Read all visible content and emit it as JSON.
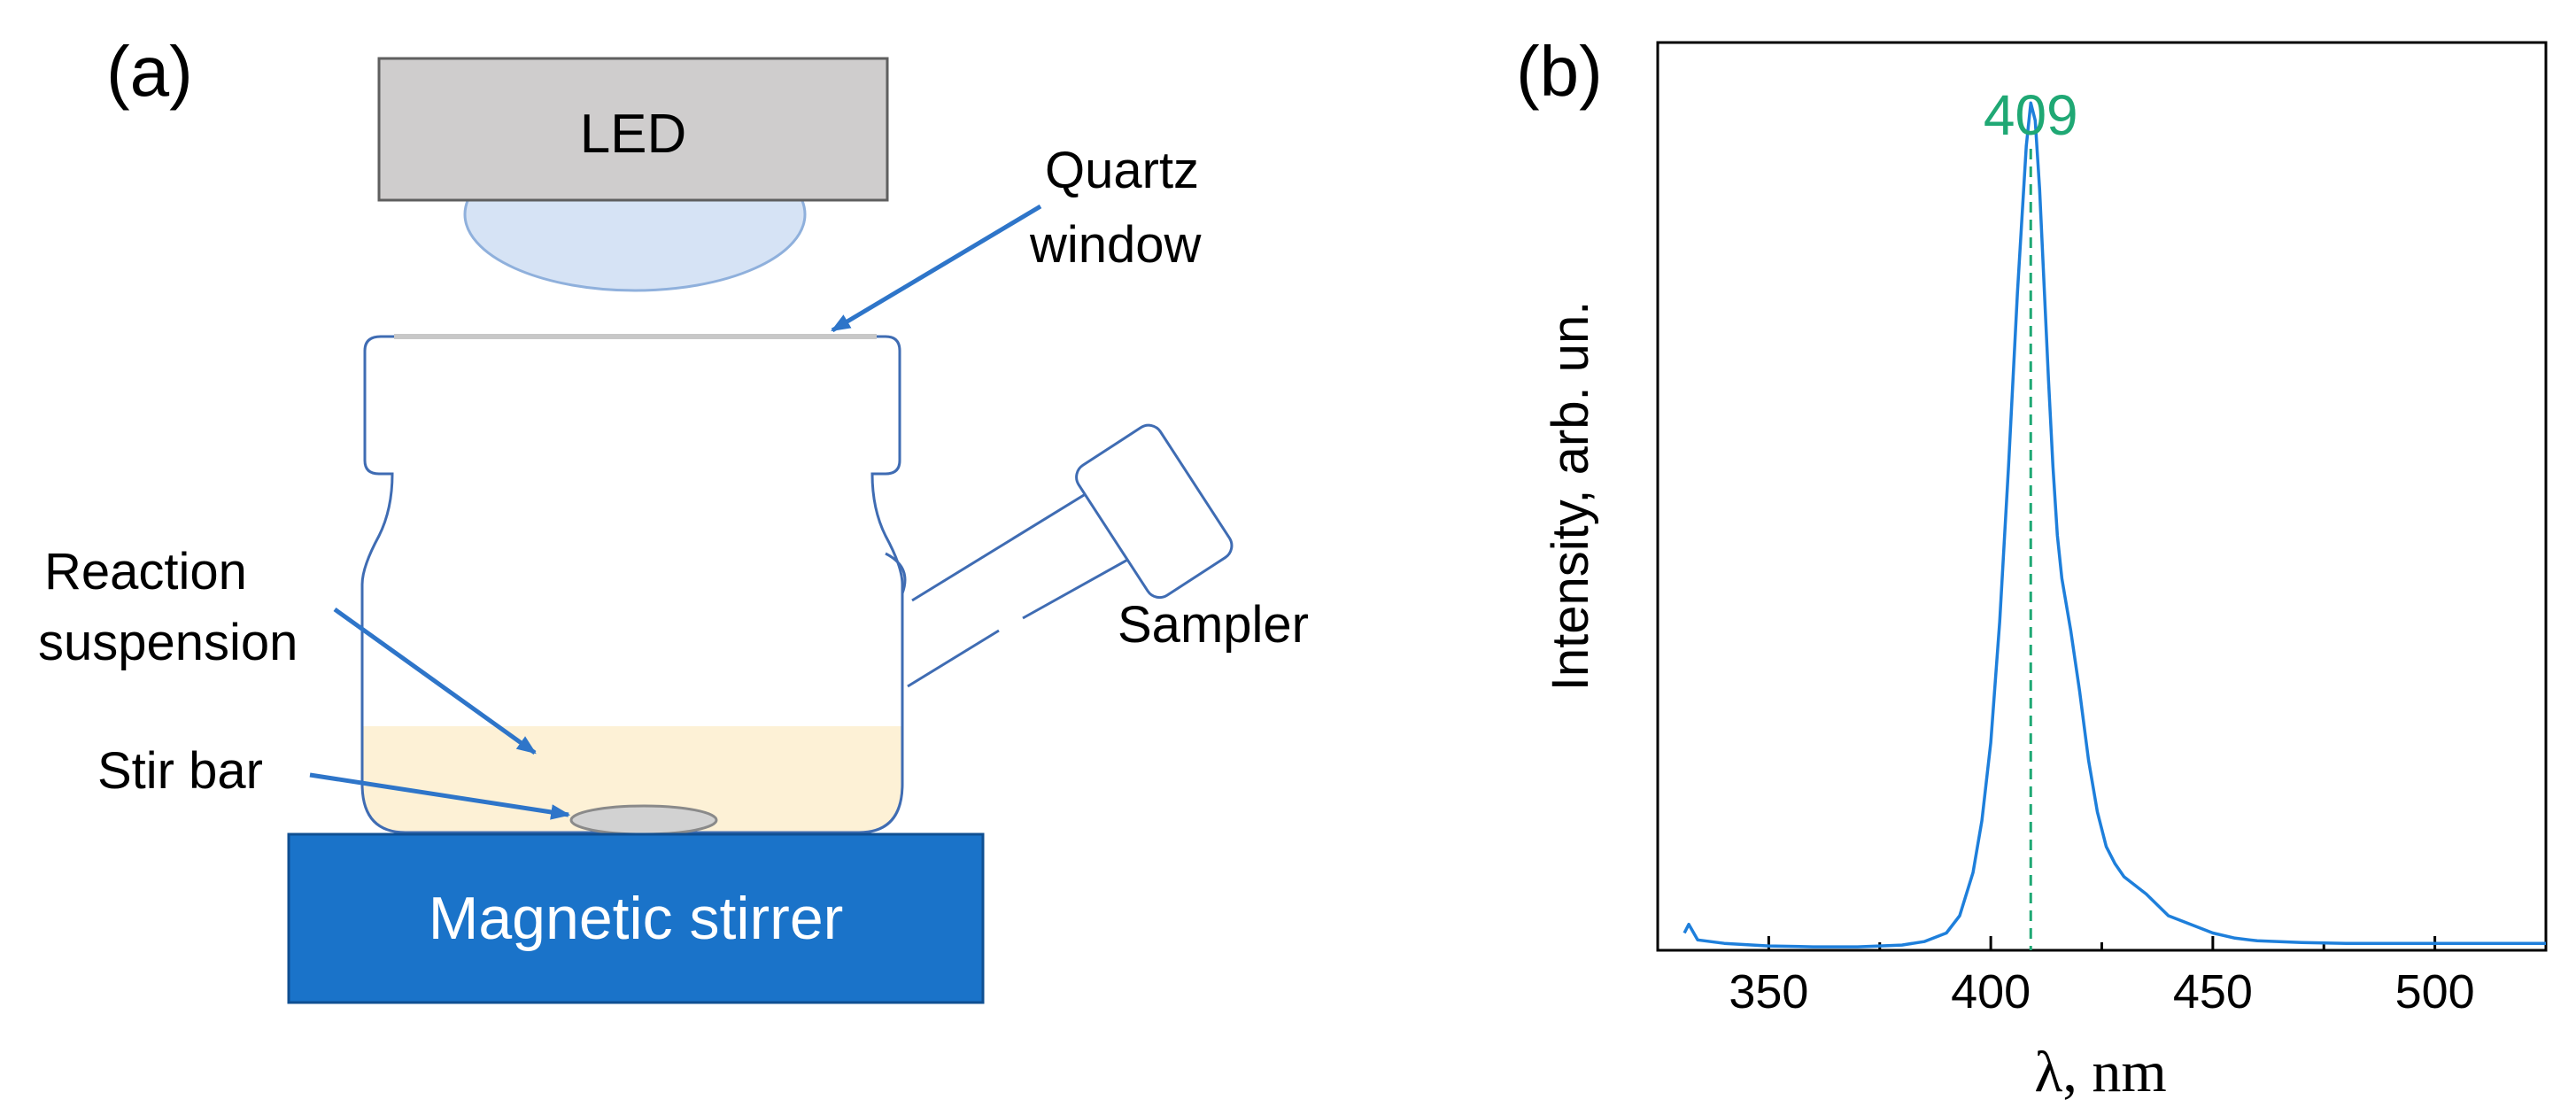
{
  "panel_a": {
    "panel_label": "(a)",
    "led_label": "LED",
    "quartz_window_label": [
      "Quartz",
      "window"
    ],
    "reaction_suspension_label": [
      "Reaction",
      "suspension"
    ],
    "stir_bar_label": "Stir bar",
    "sampler_label": "Sampler",
    "magnetic_stirrer_label": "Magnetic stirrer",
    "colors": {
      "led_fill": "#cfcdcd",
      "lens_fill": "#d6e3f5",
      "lens_stroke": "#8fb0dc",
      "flask_stroke": "#3f6cb3",
      "suspension_fill": "#fdf1d6",
      "stirrer_fill": "#1a73c9",
      "arrow": "#2e75c9",
      "stir_bar_fill": "#d2d2d2"
    }
  },
  "panel_b": {
    "panel_label": "(b)",
    "peak_label": "409",
    "peak_color": "#1fa874",
    "line_color": "#1e7fdb",
    "chart_data": {
      "type": "line",
      "title": "",
      "xlabel": "λ, nm",
      "ylabel": "Intensity, arb. un.",
      "xlim": [
        325,
        525
      ],
      "ylim": [
        0,
        1.05
      ],
      "xticks": [
        350,
        400,
        450,
        500
      ],
      "yticks_shown": false,
      "grid": false,
      "peak_marker": {
        "x": 409,
        "label": "409",
        "style": "dashed vertical line"
      },
      "series": [
        {
          "x": [
            331,
            332,
            334,
            340,
            350,
            360,
            370,
            380,
            385,
            390,
            393,
            396,
            398,
            400,
            402,
            404,
            406,
            408,
            409,
            410,
            411,
            412,
            413,
            414,
            415,
            416,
            418,
            420,
            422,
            424,
            426,
            428,
            430,
            435,
            440,
            445,
            450,
            455,
            460,
            470,
            480,
            490,
            500,
            510,
            520,
            525
          ],
          "y": [
            0.02,
            0.03,
            0.012,
            0.008,
            0.005,
            0.004,
            0.004,
            0.006,
            0.01,
            0.02,
            0.04,
            0.09,
            0.15,
            0.24,
            0.38,
            0.56,
            0.76,
            0.93,
            0.98,
            0.96,
            0.88,
            0.77,
            0.66,
            0.56,
            0.48,
            0.43,
            0.37,
            0.3,
            0.22,
            0.16,
            0.12,
            0.1,
            0.085,
            0.065,
            0.04,
            0.03,
            0.02,
            0.014,
            0.011,
            0.009,
            0.008,
            0.008,
            0.008,
            0.008,
            0.008,
            0.008
          ]
        }
      ]
    }
  }
}
